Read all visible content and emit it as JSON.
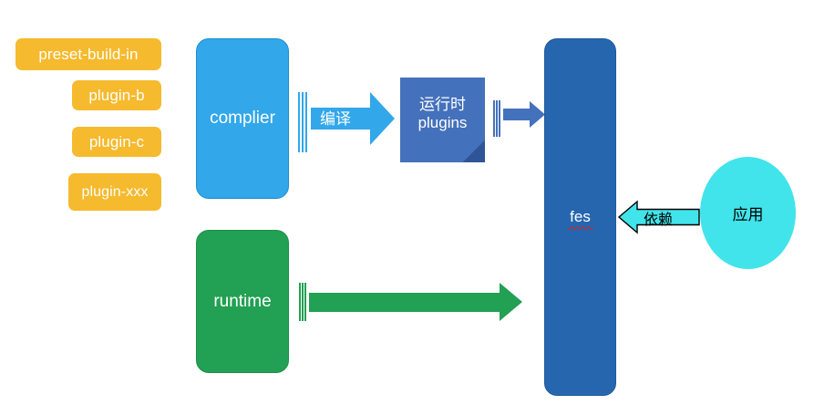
{
  "diagram": {
    "title": "fes architecture flow diagram",
    "colors": {
      "chip_orange": "#F6BA2E",
      "complier_blue": "#32A7EA",
      "runtime_green": "#22A053",
      "plugins_blue": "#4471BB",
      "plugins_fold": "#2F5596",
      "fes_blue": "#2566AE",
      "app_cyan": "#41E4EA",
      "spellcheck_red": "#E02020",
      "background": "#FFFFFF"
    },
    "plugins": [
      {
        "label": "preset-build-in"
      },
      {
        "label": "plugin-b"
      },
      {
        "label": "plugin-c"
      },
      {
        "label": "plugin-xxx"
      }
    ],
    "nodes": {
      "complier": {
        "label": "complier"
      },
      "runtime": {
        "label": "runtime"
      },
      "runtime_plugins": {
        "label": "运行时\nplugins"
      },
      "fes": {
        "label": "fes",
        "spellchecked": true
      },
      "app": {
        "label": "应用"
      }
    },
    "arrows": {
      "compile": {
        "label": "编译",
        "from": "complier",
        "to": "runtime_plugins",
        "direction": "right"
      },
      "plugins_to_fes": {
        "label": "",
        "from": "runtime_plugins",
        "to": "fes",
        "direction": "right"
      },
      "runtime_to_fes": {
        "label": "",
        "from": "runtime",
        "to": "fes",
        "direction": "right"
      },
      "depend": {
        "label": "依赖",
        "from": "app",
        "to": "fes",
        "direction": "left"
      }
    }
  }
}
